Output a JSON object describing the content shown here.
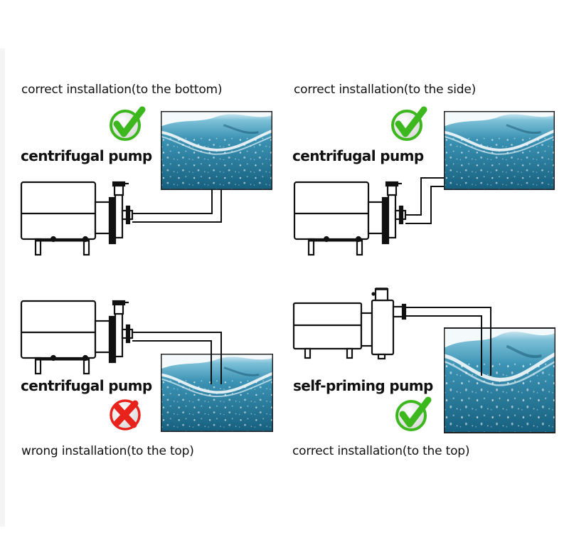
{
  "colors": {
    "check_green": "#3cb81e",
    "cross_red": "#e8231c",
    "water_deep": "#1f6f8f",
    "water_light": "#5fb3cf",
    "line": "#111111"
  },
  "panels": [
    {
      "id": "top-left",
      "caption": "correct installation(to the bottom)",
      "pump_label": "centrifugal pump",
      "status_icon": "check-icon",
      "status": "correct",
      "tank_position": "above pump, outlet at bottom"
    },
    {
      "id": "top-right",
      "caption": "correct installation(to the side)",
      "pump_label": "centrifugal pump",
      "status_icon": "check-icon",
      "status": "correct",
      "tank_position": "above pump, outlet at side"
    },
    {
      "id": "bottom-left",
      "caption": "wrong installation(to the top)",
      "pump_label": "centrifugal pump",
      "status_icon": "cross-icon",
      "status": "wrong",
      "tank_position": "below pump, suction from top"
    },
    {
      "id": "bottom-right",
      "caption": "correct installation(to the top)",
      "pump_label": "self-priming pump",
      "status_icon": "check-icon",
      "status": "correct",
      "tank_position": "below pump, suction from top"
    }
  ]
}
